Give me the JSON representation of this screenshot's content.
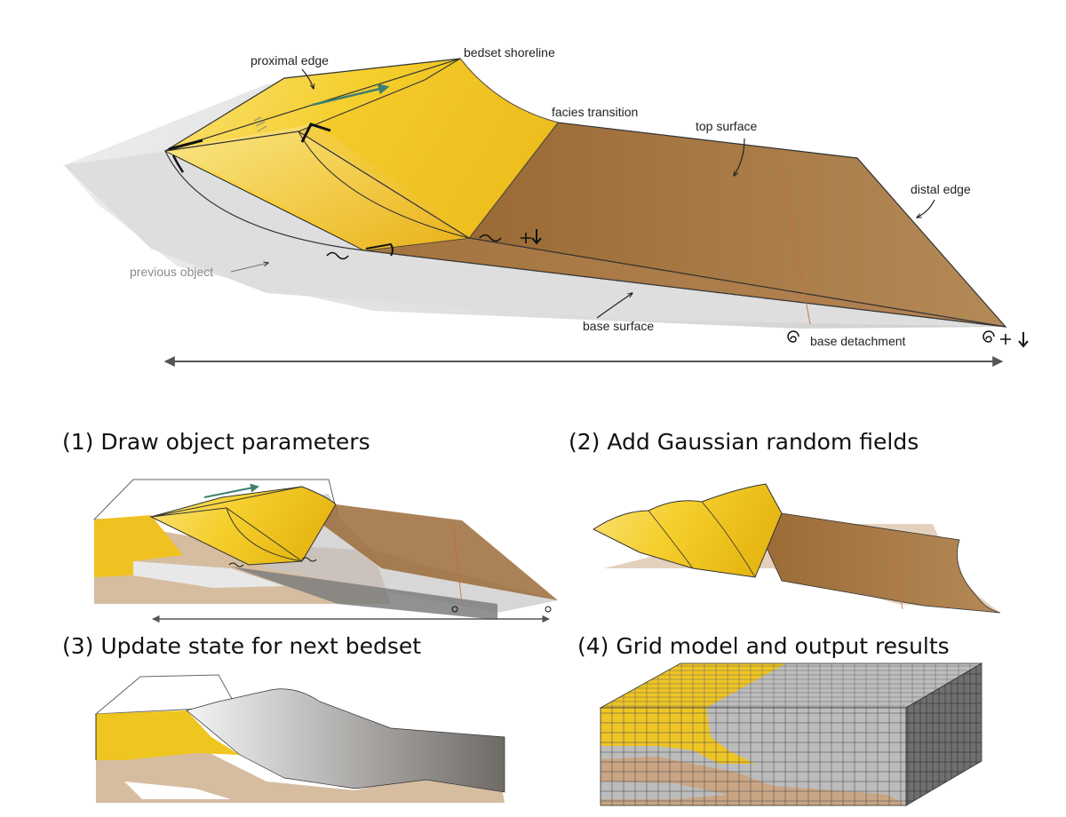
{
  "labels": {
    "proximal_edge": "proximal edge",
    "bedset_shoreline": "bedset shoreline",
    "facies_transition": "facies transition",
    "top_surface": "top surface",
    "distal_edge": "distal edge",
    "previous_object": "previous object",
    "base_surface": "base surface",
    "base_detachment": "base detachment"
  },
  "steps": [
    {
      "title": "(1) Draw object parameters"
    },
    {
      "title": "(2) Add Gaussian random fields"
    },
    {
      "title": "(3) Update state for next bedset"
    },
    {
      "title": "(4) Grid model and output results"
    }
  ],
  "colors": {
    "sand_yellow": "#f2c21a",
    "sand_light": "#f7e37a",
    "mud_brown": "#a77a45",
    "base_tan": "#d7bda0",
    "shadow_grey": "#d9d9d9",
    "grid_grey": "#b9b9b9",
    "arrow_grey": "#555555",
    "direction_arrow": "#3f7f70"
  },
  "icons": [
    "tilde-symbol",
    "plus-symbol",
    "down-arrow-symbol",
    "spiral-symbol"
  ]
}
